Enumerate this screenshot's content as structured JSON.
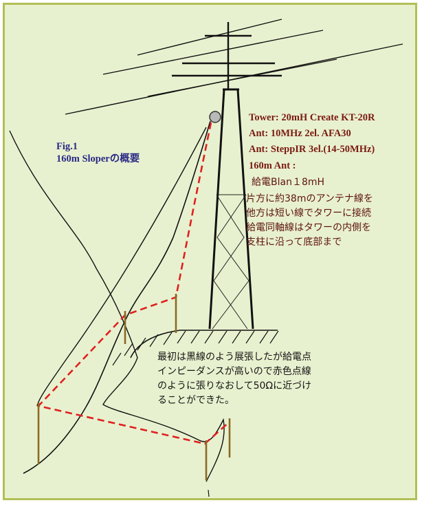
{
  "figure": {
    "title_line1": "Fig.1",
    "title_line2": "160m Sloperの概要"
  },
  "specs": {
    "tower": "Tower: 20mH Create KT-20R",
    "ant1": "Ant: 10MHz 2el.  AFA30",
    "ant2": "Ant: SteppIR 3el.(14-50MHz)",
    "ant160": "160m Ant :",
    "feed": "給電Blan１8mH",
    "note1": "片方に約38mのアンテナ線を",
    "note2": "他方は短い線でタワーに接続",
    "note3": "給電同軸線はタワーの内側を",
    "note4": "支柱に沿って底部まで"
  },
  "bottom_note": {
    "line1": "最初は黒線のよう展張したが給電点",
    "line2": "インピーダンスが高いので赤色点線",
    "line3": "のように張りなおして50Ωに近づけ",
    "line4": "ることができた。"
  },
  "colors": {
    "background": "#e8f1cf",
    "border": "#b2bf57",
    "wire_black": "#111111",
    "wire_red_dashed": "#e02020",
    "pole": "#8a6a26",
    "spec_text_blue": "#2a2a86",
    "spec_text_red": "#7a1a12"
  }
}
